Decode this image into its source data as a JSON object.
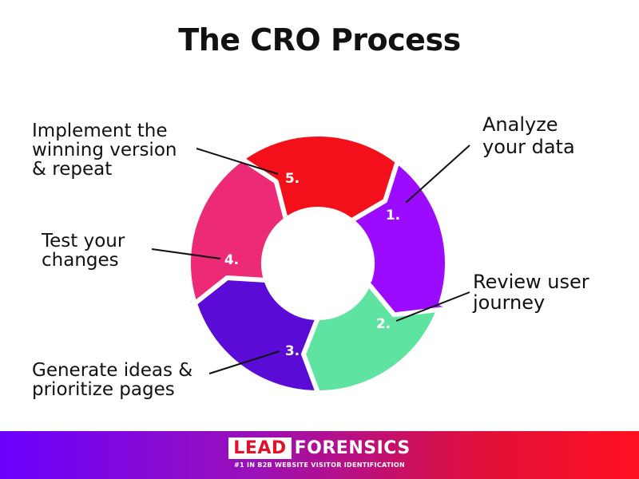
{
  "title": "The CRO Process",
  "steps": [
    {
      "number": "1.",
      "label_lines": [
        "Analyze",
        "your data"
      ],
      "color": "#9b0bff"
    },
    {
      "number": "2.",
      "label_lines": [
        "Review user",
        "journey"
      ],
      "color": "#5fe3a0"
    },
    {
      "number": "3.",
      "label_lines": [
        "Generate ideas &",
        "prioritize pages"
      ],
      "color": "#5a0bd6"
    },
    {
      "number": "4.",
      "label_lines": [
        "Test your",
        "changes"
      ],
      "color": "#ec2a76"
    },
    {
      "number": "5.",
      "label_lines": [
        "Implement the",
        "winning version",
        "& repeat"
      ],
      "color": "#f4101a"
    }
  ],
  "footer": {
    "logo_lead": "LEAD",
    "logo_forensics": "FORENSICS",
    "tagline": "#1 IN B2B WEBSITE VISITOR IDENTIFICATION"
  }
}
